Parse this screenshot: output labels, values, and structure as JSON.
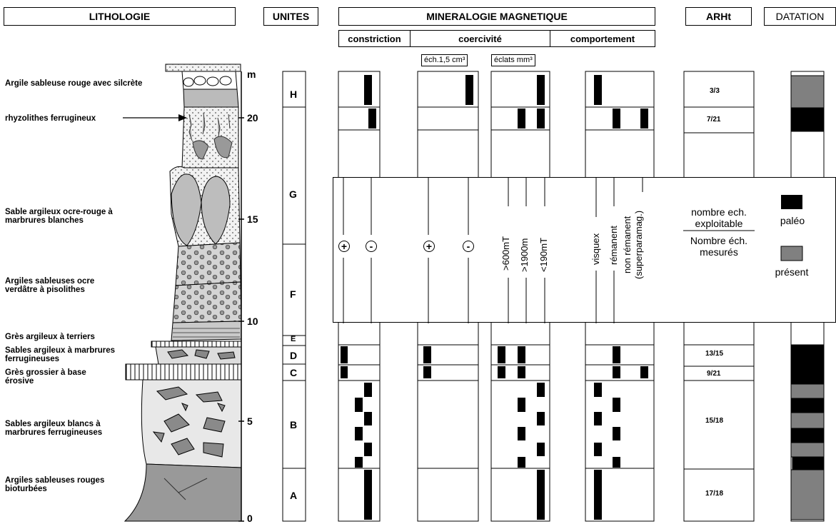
{
  "headers": {
    "lithologie": "LITHOLOGIE",
    "unites": "UNITES",
    "mineralogie": "MINERALOGIE MAGNETIQUE",
    "arht": "ARHt",
    "datation": "DATATION"
  },
  "subheaders": {
    "constriction": "constriction",
    "coercivite": "coercivité",
    "comportement": "comportement",
    "ech": "éch.1,5 cm³",
    "eclats": "éclats mm³"
  },
  "scale": {
    "unit": "m",
    "ticks": [
      "20",
      "15",
      "10",
      "5",
      "0"
    ]
  },
  "litho_labels": [
    "Argile sableuse rouge avec silcrète",
    "rhyzolithes ferrugineux",
    "Sable argileux ocre-rouge à marbrures blanches",
    "Argiles sableuses ocre verdâtre à pisolithes",
    "Grès argileux à terriers",
    "Sables argileux à marbrures ferrugineuses",
    "Grès grossier à base érosive",
    "Sables argileux blancs à marbrures ferrugineuses",
    "Argiles sableuses rouges bioturbées"
  ],
  "units": [
    "H",
    "G",
    "F",
    "E",
    "D",
    "C",
    "B",
    "A"
  ],
  "arht_ratios": [
    "3/3",
    "7/21",
    "13/15",
    "9/21",
    "15/18",
    "17/18"
  ],
  "legend": {
    "plus": "+",
    "minus": "-",
    "coerc_labels": [
      ">600mT",
      ">1900m",
      "<190mT"
    ],
    "comp_labels": [
      "visquex",
      "rémanent",
      "non rémanent",
      "(superparamag.)"
    ],
    "arht_top": "nombre ech. exploitable",
    "arht_bottom": "Nombre éch. mesurés",
    "paleo": "paléo",
    "present": "présent",
    "paleo_color": "#000000",
    "present_color": "#808080"
  }
}
